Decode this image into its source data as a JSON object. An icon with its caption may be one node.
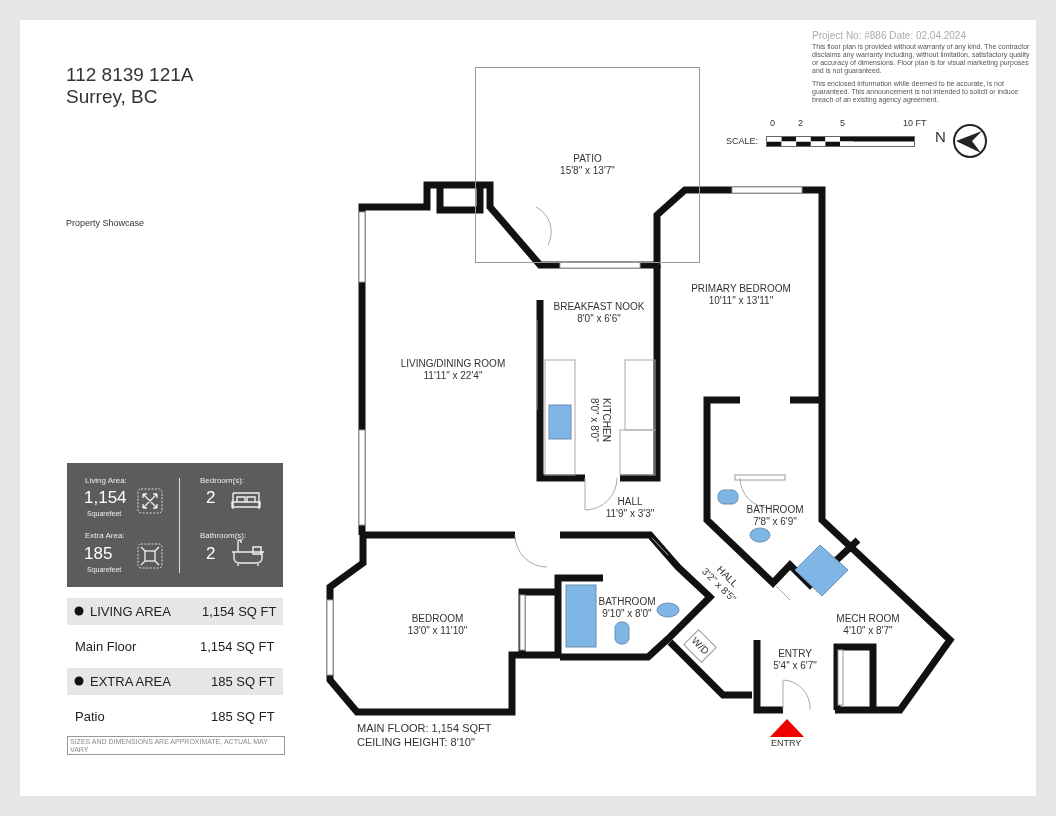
{
  "diagram": {
    "title": "112 8139 121A Surrey, BC",
    "nodes": [
      {
        "text": [
          "PATIO",
          "15'8\" x 13'7\""
        ]
      },
      {
        "text": [
          "LIVING/DINING ROOM",
          "11'11\" x 22'4\""
        ]
      },
      {
        "text": [
          "BREAKFAST NOOK",
          "8'0\" x 6'6\""
        ]
      },
      {
        "text": [
          "KITCHEN",
          "8'0\" x 8'0\""
        ]
      },
      {
        "text": [
          "PRIMARY BEDROOM",
          "10'11\" x 13'11\""
        ]
      },
      {
        "text": [
          "HALL",
          "11'9\" x 3'3\""
        ]
      },
      {
        "text": [
          "BATHROOM",
          "7'8\" x 6'9\""
        ]
      },
      {
        "text": [
          "BEDROOM",
          "13'0\" x 11'10\""
        ]
      },
      {
        "text": [
          "BATHROOM",
          "9'10\" x 8'0\""
        ]
      },
      {
        "text": [
          "HALL",
          "3'2\" x 8'5\""
        ]
      },
      {
        "text": [
          "W/D"
        ]
      },
      {
        "text": [
          "MECH ROOM",
          "4'10\" x 8'7\""
        ]
      },
      {
        "text": [
          "ENTRY",
          "5'4\" x 6'7\""
        ]
      }
    ],
    "labels": [
      "Property Showcase",
      "Living Area:",
      "1,154",
      "Squarefeet",
      "Extra Area:",
      "185",
      "Squarefeet",
      "Bedroom(s):",
      "2",
      "Bathroom(s):",
      "2",
      "LIVING AREA",
      "1,154 SQ FT",
      "Main Floor",
      "1,154 SQ FT",
      "EXTRA AREA",
      "185 SQ FT",
      "Patio",
      "185 SQ FT",
      "SIZES AND DIMENSIONS ARE APPROXIMATE, ACTUAL MAY VARY",
      "Project No: #886 Date: 02.04.2024",
      "This floor plan is provided without warranty of any kind. The contractor disclaims any warranty including, without limitation, satisfactory quality or accuracy of dimensions. Floor plan is for visual marketing purposes and is not guaranteed.",
      "This enclosed information while deemed to be accurate, is not guaranteed. This announcement is not intended to solicit or induce breach of an existing agency agreement.",
      "SCALE:",
      "0",
      "2",
      "5",
      "10 FT",
      "N",
      "MAIN FLOOR: 1,154 SQFT",
      "CEILING HEIGHT: 8'10\"",
      "ENTRY"
    ]
  }
}
